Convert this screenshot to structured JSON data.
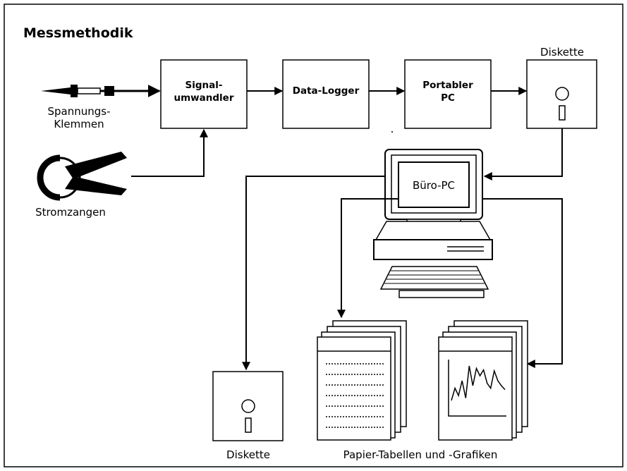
{
  "title": "Messmethodik",
  "nodes": {
    "signal": [
      "Signal-",
      "umwandler"
    ],
    "logger": "Data-Logger",
    "portable": [
      "Portabler",
      "PC"
    ],
    "disk_top": "Diskette",
    "voltage": [
      "Spannungs-",
      "Klemmen"
    ],
    "current": "Stromzangen",
    "office_pc": "Büro-PC",
    "disk_bottom": "Diskette",
    "papers": "Papier-Tabellen und -Grafiken"
  },
  "chart_trace": [
    0.2,
    0.45,
    0.3,
    0.6,
    0.25,
    0.9,
    0.5,
    0.85,
    0.7,
    0.82,
    0.55,
    0.45,
    0.8,
    0.6,
    0.5,
    0.42
  ]
}
